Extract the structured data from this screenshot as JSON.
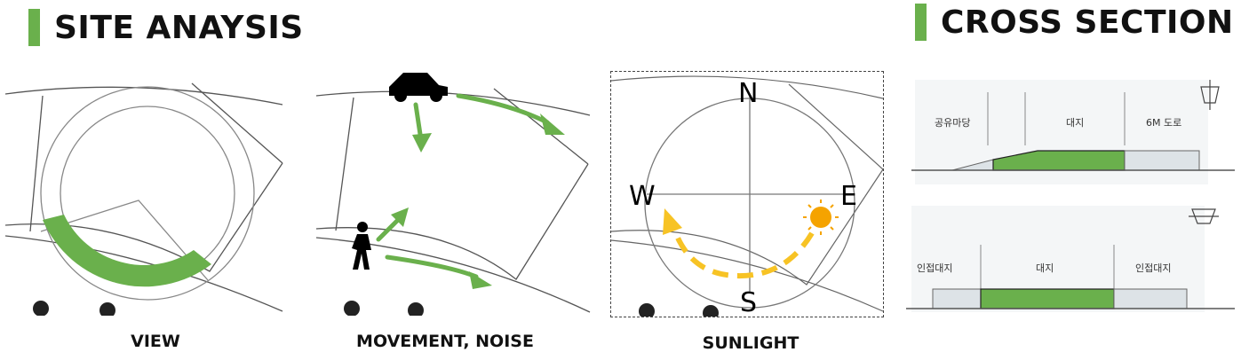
{
  "headings": {
    "site_analysis": "SITE ANAYSIS",
    "cross_section": "CROSS SECTION"
  },
  "panels": {
    "view": {
      "caption": "VIEW"
    },
    "movement": {
      "caption": "MOVEMENT, NOISE"
    },
    "sunlight": {
      "caption": "SUNLIGHT",
      "compass": {
        "north": "N",
        "south": "S",
        "east": "E",
        "west": "W"
      }
    }
  },
  "sections": {
    "top": {
      "labels": [
        "공유마당",
        "대지",
        "6M 도로"
      ]
    },
    "bottom": {
      "labels": [
        "인접대지",
        "대지",
        "인접대지"
      ]
    }
  },
  "colors": {
    "accent_green": "#6ab04c",
    "sun_orange": "#f5a300",
    "sun_path_yellow": "#f7c325",
    "section_gray": "#dde3e7"
  },
  "icons": [
    "car-icon",
    "pedestrian-icon",
    "sun-icon",
    "compass-icon",
    "section-key-icon"
  ]
}
